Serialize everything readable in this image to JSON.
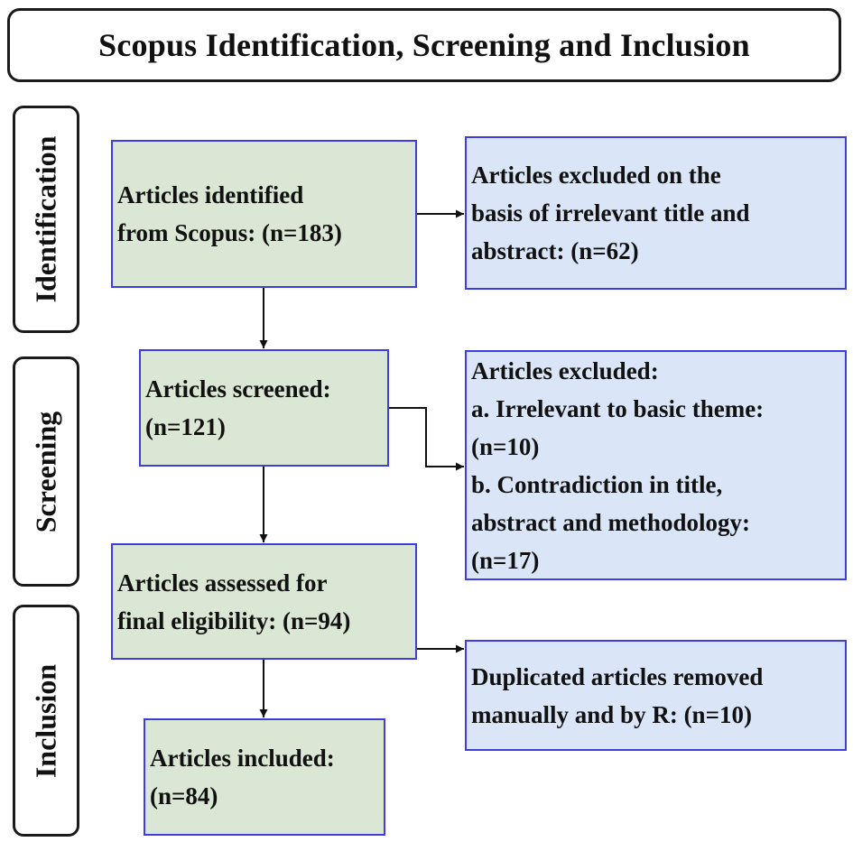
{
  "title": "Scopus Identification, Screening and Inclusion",
  "stages": {
    "identification": "Identification",
    "screening": "Screening",
    "inclusion": "Inclusion"
  },
  "boxes": {
    "identified": {
      "lines": [
        "Articles identified",
        "from Scopus: (n=183)"
      ]
    },
    "excluded_title_abstract": {
      "lines": [
        "Articles excluded on the",
        "basis of irrelevant title and",
        "abstract: (n=62)"
      ]
    },
    "screened": {
      "lines": [
        "Articles screened:",
        "(n=121)"
      ]
    },
    "excluded_screening": {
      "lines": [
        "Articles excluded:",
        "a. Irrelevant to basic theme:",
        "(n=10)",
        "b. Contradiction in title,",
        "abstract and methodology:",
        "(n=17)"
      ]
    },
    "assessed": {
      "lines": [
        "Articles assessed for",
        "final eligibility: (n=94)"
      ]
    },
    "duplicates_removed": {
      "lines": [
        "Duplicated articles removed",
        "manually and by R: (n=10)"
      ]
    },
    "included": {
      "lines": [
        "Articles included:",
        "(n=84)"
      ]
    }
  }
}
